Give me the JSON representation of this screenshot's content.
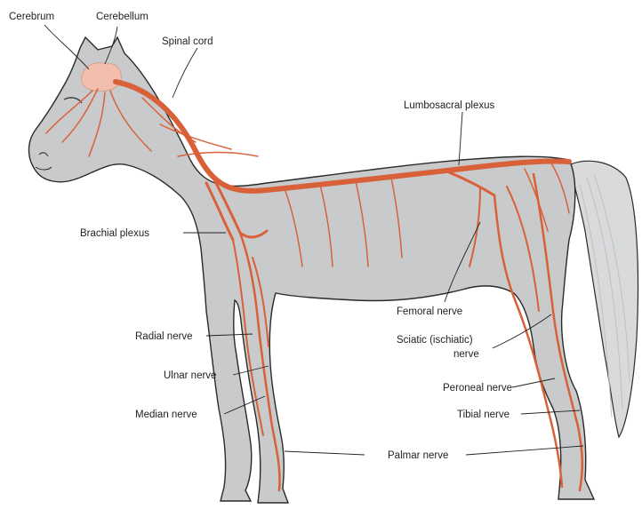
{
  "colors": {
    "body_fill": "#c8cacc",
    "body_outline": "#2a2a2a",
    "nerve": "#d9613a",
    "brain": "#f2bfae",
    "tail_hair": "#d8dadc"
  },
  "labels": {
    "cerebrum": "Cerebrum",
    "cerebellum": "Cerebellum",
    "spinal_cord": "Spinal cord",
    "lumbosacral_plexus": "Lumbosacral plexus",
    "brachial_plexus": "Brachial plexus",
    "femoral_nerve": "Femoral nerve",
    "radial_nerve": "Radial nerve",
    "sciatic_nerve_line1": "Sciatic (ischiatic)",
    "sciatic_nerve_line2": "nerve",
    "ulnar_nerve": "Ulnar nerve",
    "peroneal_nerve": "Peroneal nerve",
    "median_nerve": "Median nerve",
    "tibial_nerve": "Tibial nerve",
    "palmar_nerve": "Palmar nerve"
  }
}
